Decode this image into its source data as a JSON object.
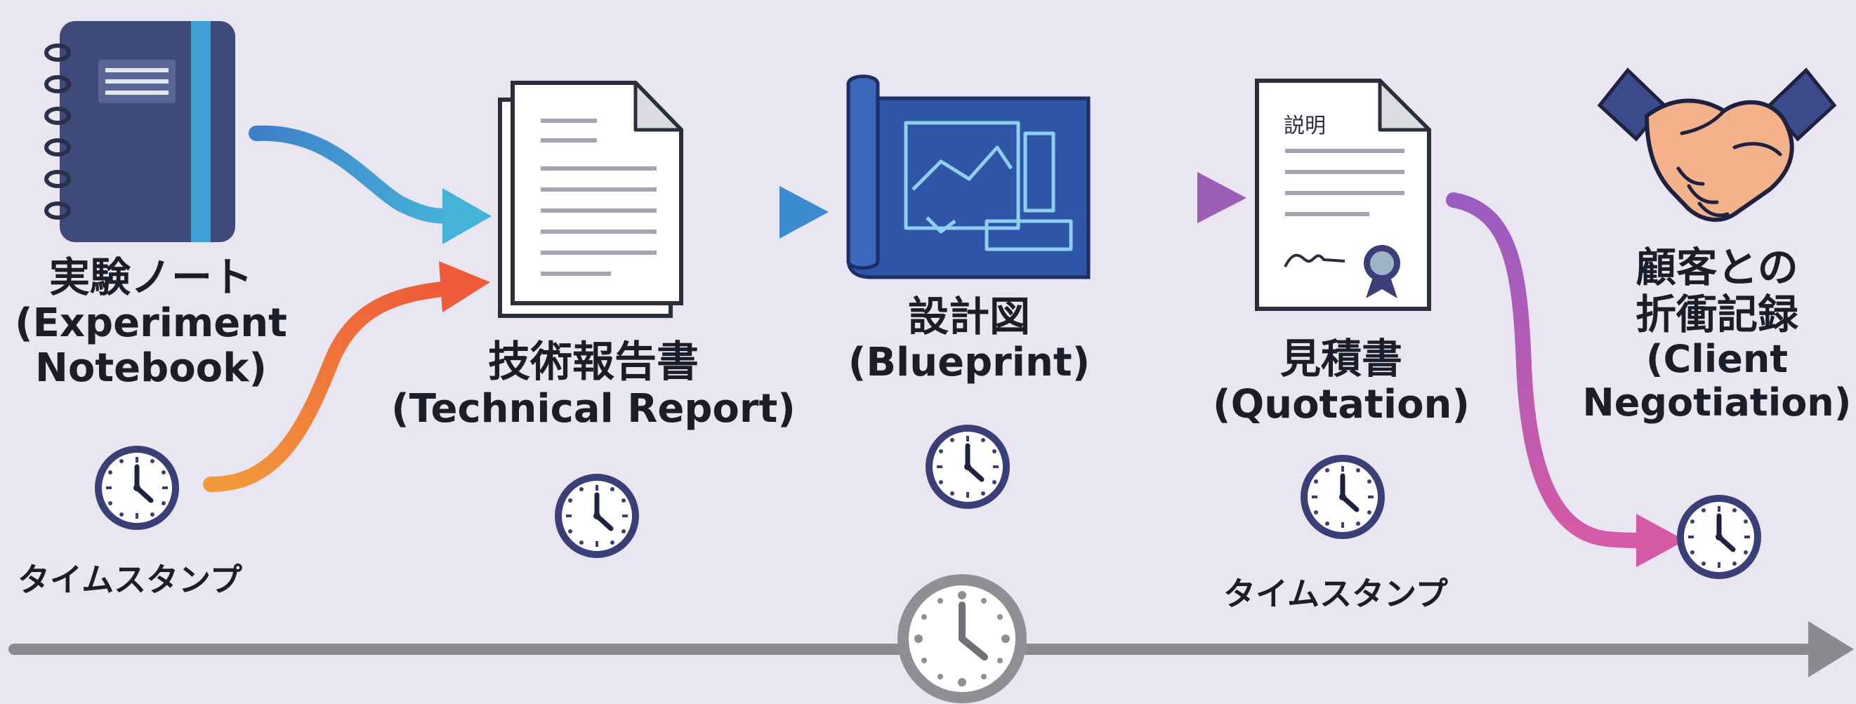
{
  "stages": [
    {
      "id": "notebook",
      "title_jp": "実験ノート",
      "title_en_lines": [
        "(Experiment",
        "Notebook)"
      ],
      "icon": "notebook-icon"
    },
    {
      "id": "report",
      "title_jp": "技術報告書",
      "title_en_lines": [
        "(Technical Report)"
      ],
      "icon": "document-icon"
    },
    {
      "id": "blueprint",
      "title_jp": "設計図",
      "title_en_lines": [
        "(Blueprint)"
      ],
      "icon": "blueprint-icon"
    },
    {
      "id": "quotation",
      "title_jp": "見積書",
      "title_en_lines": [
        "(Quotation)"
      ],
      "icon": "certificate-document-icon",
      "doc_heading": "説明"
    },
    {
      "id": "negotiation",
      "title_jp_lines": [
        "顧客との",
        "折衝記録"
      ],
      "title_en_lines": [
        "(Client",
        "Negotiation)"
      ],
      "icon": "handshake-icon"
    }
  ],
  "timestamp_label": "タイムスタンプ",
  "colors": {
    "background": "#e9e6f2",
    "notebook": "#3d4a7a",
    "blueprint": "#2f55a6",
    "clock_ring": "#3b3f78",
    "arrow_blue": "#3f9fd4",
    "arrow_orange": "#f07a3a",
    "arrow_purple": "#8e5fb3",
    "arrow_magenta": "#c356a8",
    "timeline": "#8a8a8f"
  }
}
